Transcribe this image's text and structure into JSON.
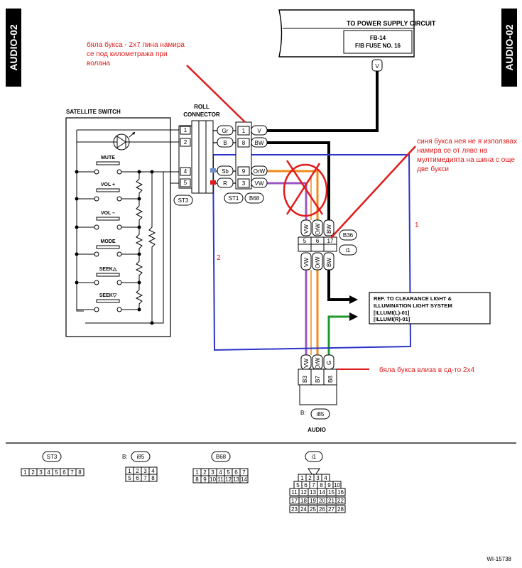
{
  "side_tabs": {
    "left": "AUDIO-02",
    "right": "AUDIO-02"
  },
  "power": {
    "title": "TO POWER SUPPLY CIRCUIT",
    "fuse_line1": "FB-14",
    "fuse_line2": "F/B FUSE NO. 16",
    "pin": "V"
  },
  "satellite_switch": {
    "title": "SATELLITE SWITCH",
    "buttons": [
      "MUTE",
      "VOL +",
      "VOL –",
      "MODE",
      "SEEK△",
      "SEEK▽"
    ]
  },
  "roll_connector": {
    "title_line1": "ROLL",
    "title_line2": "CONNECTOR",
    "left_pins": [
      "1",
      "2",
      "4",
      "5"
    ],
    "wires": [
      "Gr",
      "B",
      "Sb",
      "R"
    ],
    "right_pins": [
      "1",
      "8",
      "9",
      "3"
    ],
    "right_wires": [
      "V",
      "BW",
      "OrW",
      "VW"
    ]
  },
  "connector_ids": {
    "st3": "ST3",
    "st1": "ST1",
    "b68": "B68",
    "b36": "B36",
    "i1": "i1",
    "i85": "i85",
    "b_prefix": "B:"
  },
  "mid_connector": {
    "top_wires": [
      "VW",
      "OrW",
      "BW"
    ],
    "pins": [
      "5",
      "6",
      "17"
    ],
    "bottom_wires": [
      "VW",
      "OrW",
      "BW"
    ]
  },
  "audio_connector": {
    "wires": [
      "VW",
      "OrW",
      "G"
    ],
    "pins": [
      "B3",
      "B7",
      "B8"
    ],
    "label": "AUDIO"
  },
  "ref_box": {
    "line1": "REF. TO CLEARANCE LIGHT &",
    "line2": "ILLUMINATION LIGHT SYSTEM",
    "line3": "[ILLUMI(L)-01]",
    "line4": "[ILLUMI(R)-01]"
  },
  "annotations": {
    "top_left": [
      "бяла букса - 2х7 пина намира",
      "се под километража при",
      "волана"
    ],
    "top_right": [
      "синя букса нея не я използвах",
      "намира се от ляво на",
      "мултимедията на шина с още",
      "две букси"
    ],
    "bottom_right": "бяла букса влиза в сд-то 2х4",
    "num1": "1",
    "num2": "2"
  },
  "legend": {
    "st3_label": "ST3",
    "st3_pins": [
      "1",
      "2",
      "3",
      "4",
      "5",
      "6",
      "7",
      "8"
    ],
    "i85_label": "i85",
    "i85_prefix": "B:",
    "i85_row1": [
      "1",
      "2",
      "3",
      "4"
    ],
    "i85_row2": [
      "5",
      "6",
      "7",
      "8"
    ],
    "b68_label": "B68",
    "b68_row1": [
      "1",
      "2",
      "3",
      "4",
      "5",
      "6",
      "7"
    ],
    "b68_row2": [
      "8",
      "9",
      "10",
      "11",
      "12",
      "13",
      "14"
    ],
    "i1_label": "i1",
    "i1_row1": [
      "1",
      "2",
      "3",
      "4"
    ],
    "i1_row2": [
      "5",
      "6",
      "7",
      "8",
      "9",
      "10"
    ],
    "i1_row3": [
      "11",
      "12",
      "13",
      "14",
      "15",
      "16"
    ],
    "i1_row4": [
      "17",
      "18",
      "19",
      "20",
      "21",
      "22"
    ],
    "i1_row5": [
      "23",
      "24",
      "25",
      "26",
      "27",
      "28"
    ]
  },
  "footer_code": "WI-15738",
  "colors": {
    "annotation": "#e01b1b",
    "blue_outline": "#2b35c9",
    "orange_wire": "#f08a1c",
    "purple_wire": "#9b56c4",
    "green_wire": "#1e9a2a"
  }
}
